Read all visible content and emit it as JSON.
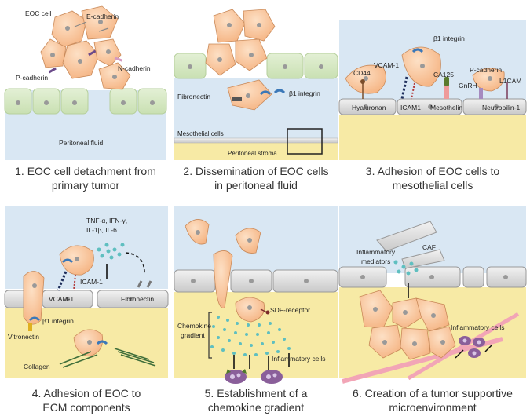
{
  "panels": [
    {
      "caption_lines": [
        "1. EOC cell detachment from",
        "primary tumor"
      ],
      "labels": {
        "eoc_cell": "EOC cell",
        "e_cadherin": "E-cadherin",
        "p_cadherin": "P-cadherin",
        "n_cadherin": "N-cadherin",
        "peritoneal_fluid": "Peritoneal fluid"
      }
    },
    {
      "caption_lines": [
        "2. Dissemination of EOC cells",
        "in peritoneal fluid"
      ],
      "labels": {
        "fibronectin": "Fibronectin",
        "b1_integrin": "β1 integrin",
        "mesothelial_cells": "Mesothelial cells",
        "peritoneal_stroma": "Peritoneal stroma"
      }
    },
    {
      "caption_lines": [
        "3. Adhesion of EOC cells to",
        "mesothelial cells"
      ],
      "labels": {
        "b1_integrin": "β1 integrin",
        "cd44": "CD44",
        "vcam1": "VCAM-1",
        "ca125": "CA125",
        "p_cadherin": "P-cadherin",
        "gnrh": "GnRH",
        "l1cam": "L1CAM",
        "hyaluronan": "Hyaluronan",
        "icam1": "ICAM1",
        "mesothelin": "Mesothelin",
        "neutropilin1": "Neutropilin-1"
      }
    },
    {
      "caption_lines": [
        "4. Adhesion of EOC to",
        "ECM components"
      ],
      "labels": {
        "cytokines": [
          "TNF-α, IFN-γ,",
          "IL-1β, IL-6"
        ],
        "icam1": "ICAM-1",
        "vcam1": "VCAM-1",
        "fibronectin": "Fibronectin",
        "b1_integrin": "β1 integrin",
        "vitronectin": "Vitronectin",
        "collagen": "Collagen"
      }
    },
    {
      "caption_lines": [
        "5. Establishment of a",
        "chemokine gradient"
      ],
      "labels": {
        "sdf_receptor": "SDF-receptor",
        "chemokine_gradient": [
          "Chemokine",
          "gradient"
        ],
        "inflammatory_cells": "Inflammatory cells"
      }
    },
    {
      "caption_lines": [
        "6. Creation of a tumor supportive",
        "microenvironment"
      ],
      "labels": {
        "caf": "CAF",
        "inflammatory_mediators": [
          "Inflammatory",
          "mediators"
        ],
        "inflammatory_cells": "Inflammatory cells"
      }
    }
  ],
  "colors": {
    "fluid": "#d9e7f3",
    "stroma": "#f7eaa5",
    "cell": "#f7c49a",
    "cell_edge": "#c98a5a",
    "meso": "#d9eac6",
    "meso_flat": "#e6e6e6",
    "chemokine": "#5fbfc0",
    "receptor": "#3b78b8",
    "collagen": "#3f6e3a",
    "fibre": "#f2a5b6",
    "immune": "#8a5f9a"
  }
}
